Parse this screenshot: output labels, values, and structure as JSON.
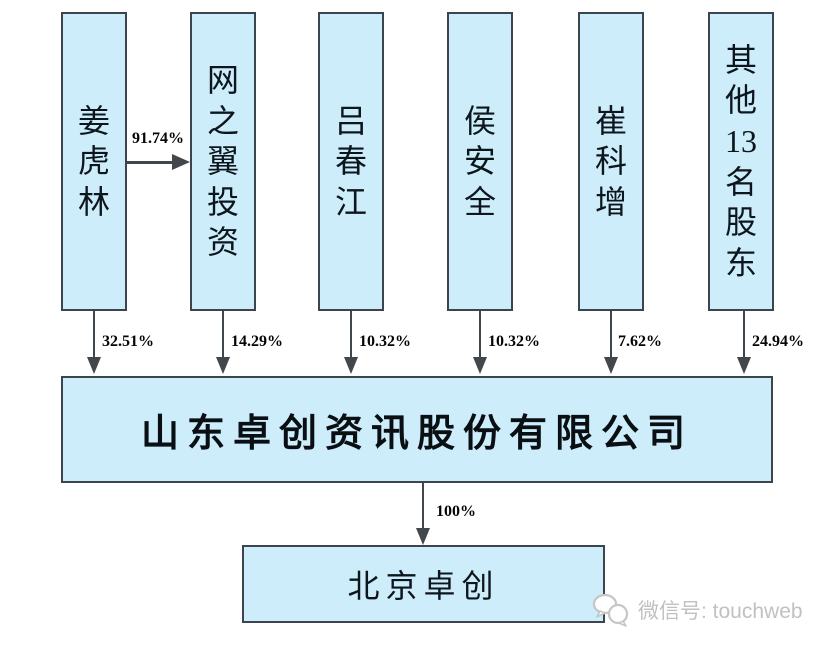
{
  "parent_boxes": [
    {
      "name": "姜虎林",
      "stake": "32.51%"
    },
    {
      "name": "网之翼投资",
      "stake": "14.29%"
    },
    {
      "name": "吕春江",
      "stake": "10.32%"
    },
    {
      "name": "侯安全",
      "stake": "10.32%"
    },
    {
      "name": "崔科增",
      "stake": "7.62%"
    },
    {
      "name": "其他13名股东",
      "stake": "24.94%"
    }
  ],
  "transfer_arrow": {
    "from": "姜虎林",
    "to": "网之翼投资",
    "label": "91.74%"
  },
  "company": {
    "name": "山东卓创资讯股份有限公司"
  },
  "subsidiary": {
    "name": "北京卓创",
    "stake": "100%"
  },
  "watermark": {
    "label": "微信号: touchweb"
  },
  "colors": {
    "box_fill": "#cdedfb",
    "box_border": "#3c454d",
    "arrow": "#42474c",
    "text": "#0d161c",
    "watermark": "#c1c1c1"
  }
}
